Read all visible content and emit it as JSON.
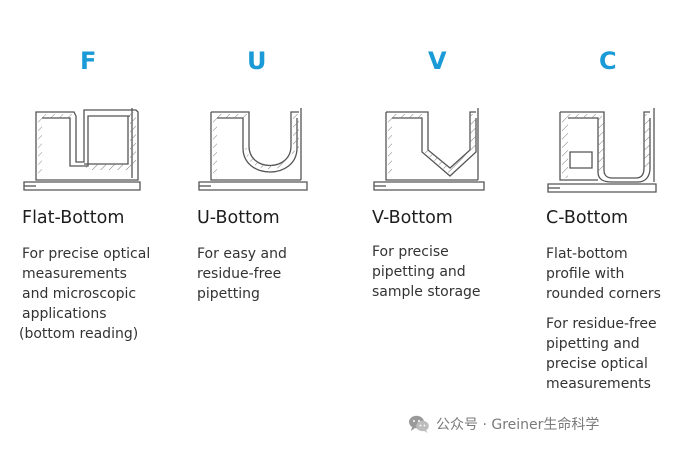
{
  "panels": [
    {
      "letter": "F",
      "name": "Flat-Bottom",
      "lines": [
        "For precise optical",
        "measurements",
        "and microscopic",
        "applications",
        "(bottom reading)"
      ],
      "lines2": []
    },
    {
      "letter": "U",
      "name": "U-Bottom",
      "lines": [
        "For easy and",
        "residue-free",
        "pipetting"
      ],
      "lines2": []
    },
    {
      "letter": "V",
      "name": "V-Bottom",
      "lines": [
        "For precise",
        "pipetting and",
        "sample storage"
      ],
      "lines2": []
    },
    {
      "letter": "C",
      "name": "C-Bottom",
      "lines": [
        "Flat-bottom",
        "profile with",
        "rounded corners"
      ],
      "lines2": [
        "For residue-free",
        "pipetting and",
        "precise optical",
        "measurements"
      ]
    }
  ],
  "watermark": {
    "icon": "wechat-icon",
    "text": "公众号 · Greiner生命科学"
  },
  "colors": {
    "letter": "#1a9ad6",
    "line": "#555555",
    "text": "#222222"
  }
}
